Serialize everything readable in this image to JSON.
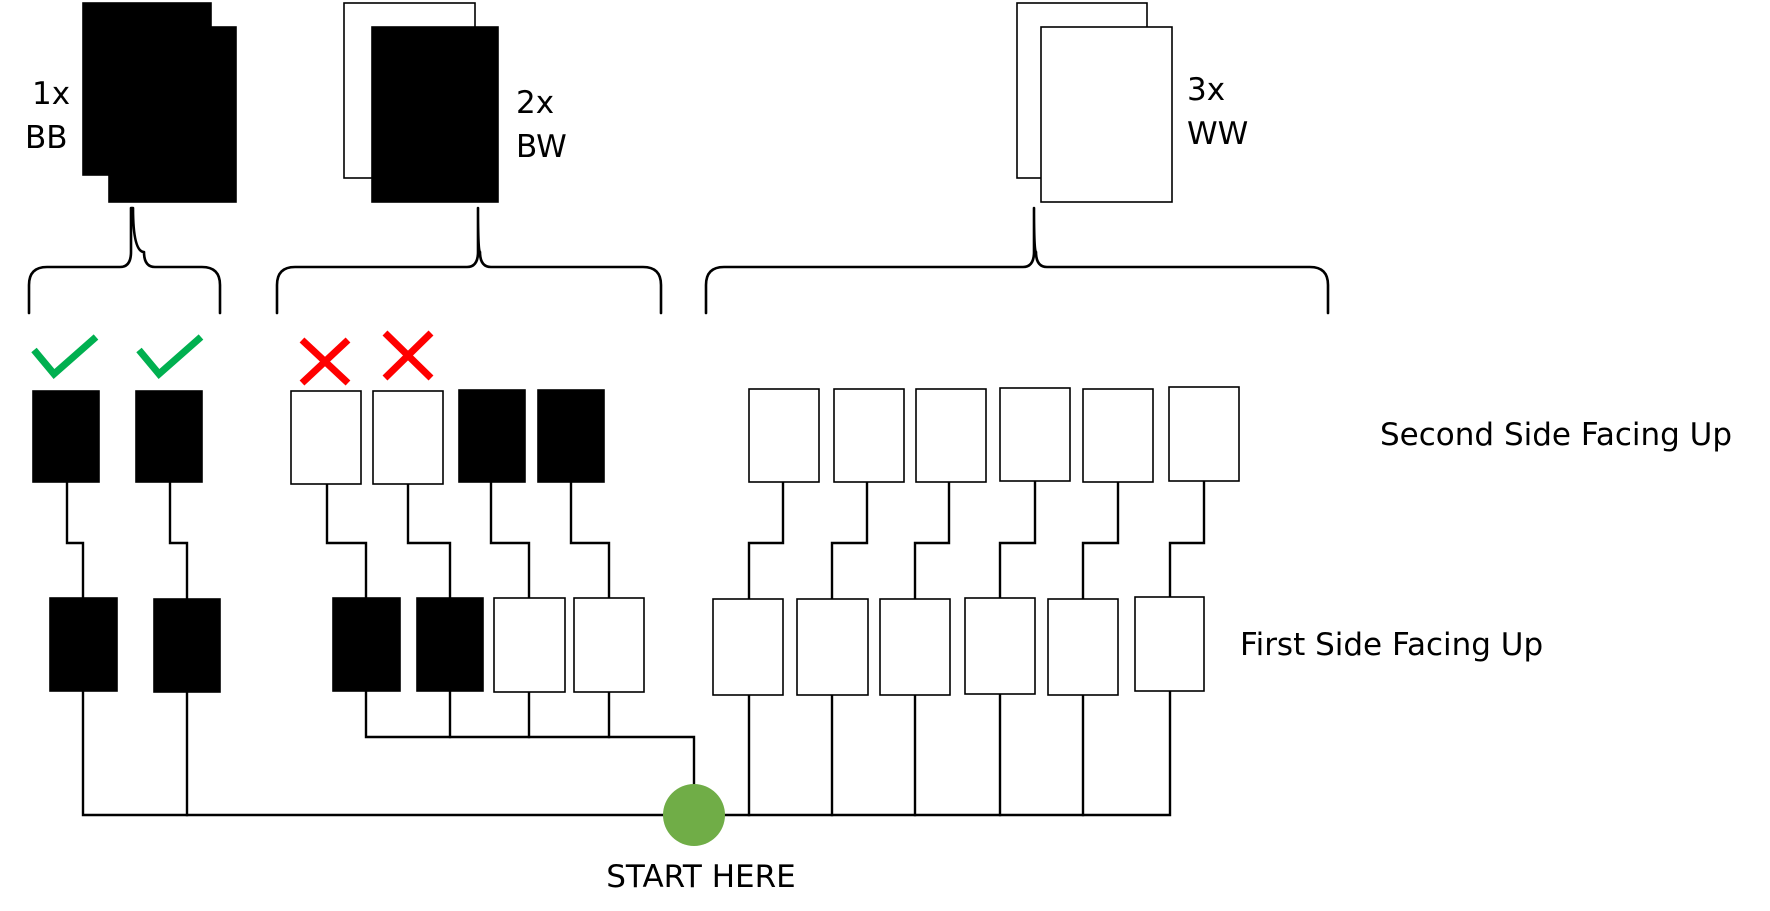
{
  "groups": [
    {
      "count_label": "1x",
      "type_label": "BB",
      "front": "black",
      "back": "black"
    },
    {
      "count_label": "2x",
      "type_label": "BW",
      "front": "black",
      "back": "white"
    },
    {
      "count_label": "3x",
      "type_label": "WW",
      "front": "white",
      "back": "white"
    }
  ],
  "rows": {
    "second_side_label": "Second Side Facing Up",
    "first_side_label": "First Side Facing Up"
  },
  "cards": [
    {
      "group": "BB",
      "first_side": "black",
      "second_side": "black",
      "mark": "check"
    },
    {
      "group": "BB",
      "first_side": "black",
      "second_side": "black",
      "mark": "check"
    },
    {
      "group": "BW",
      "first_side": "black",
      "second_side": "white",
      "mark": "cross"
    },
    {
      "group": "BW",
      "first_side": "black",
      "second_side": "white",
      "mark": "cross"
    },
    {
      "group": "BW",
      "first_side": "white",
      "second_side": "black",
      "mark": "none"
    },
    {
      "group": "BW",
      "first_side": "white",
      "second_side": "black",
      "mark": "none"
    },
    {
      "group": "WW",
      "first_side": "white",
      "second_side": "white",
      "mark": "none"
    },
    {
      "group": "WW",
      "first_side": "white",
      "second_side": "white",
      "mark": "none"
    },
    {
      "group": "WW",
      "first_side": "white",
      "second_side": "white",
      "mark": "none"
    },
    {
      "group": "WW",
      "first_side": "white",
      "second_side": "white",
      "mark": "none"
    },
    {
      "group": "WW",
      "first_side": "white",
      "second_side": "white",
      "mark": "none"
    },
    {
      "group": "WW",
      "first_side": "white",
      "second_side": "white",
      "mark": "none"
    }
  ],
  "start": {
    "label": "START HERE",
    "color": "#70ad47"
  },
  "colors": {
    "check": "#00b050",
    "cross": "#ff0000",
    "card_black": "#000000",
    "card_white": "#ffffff"
  }
}
